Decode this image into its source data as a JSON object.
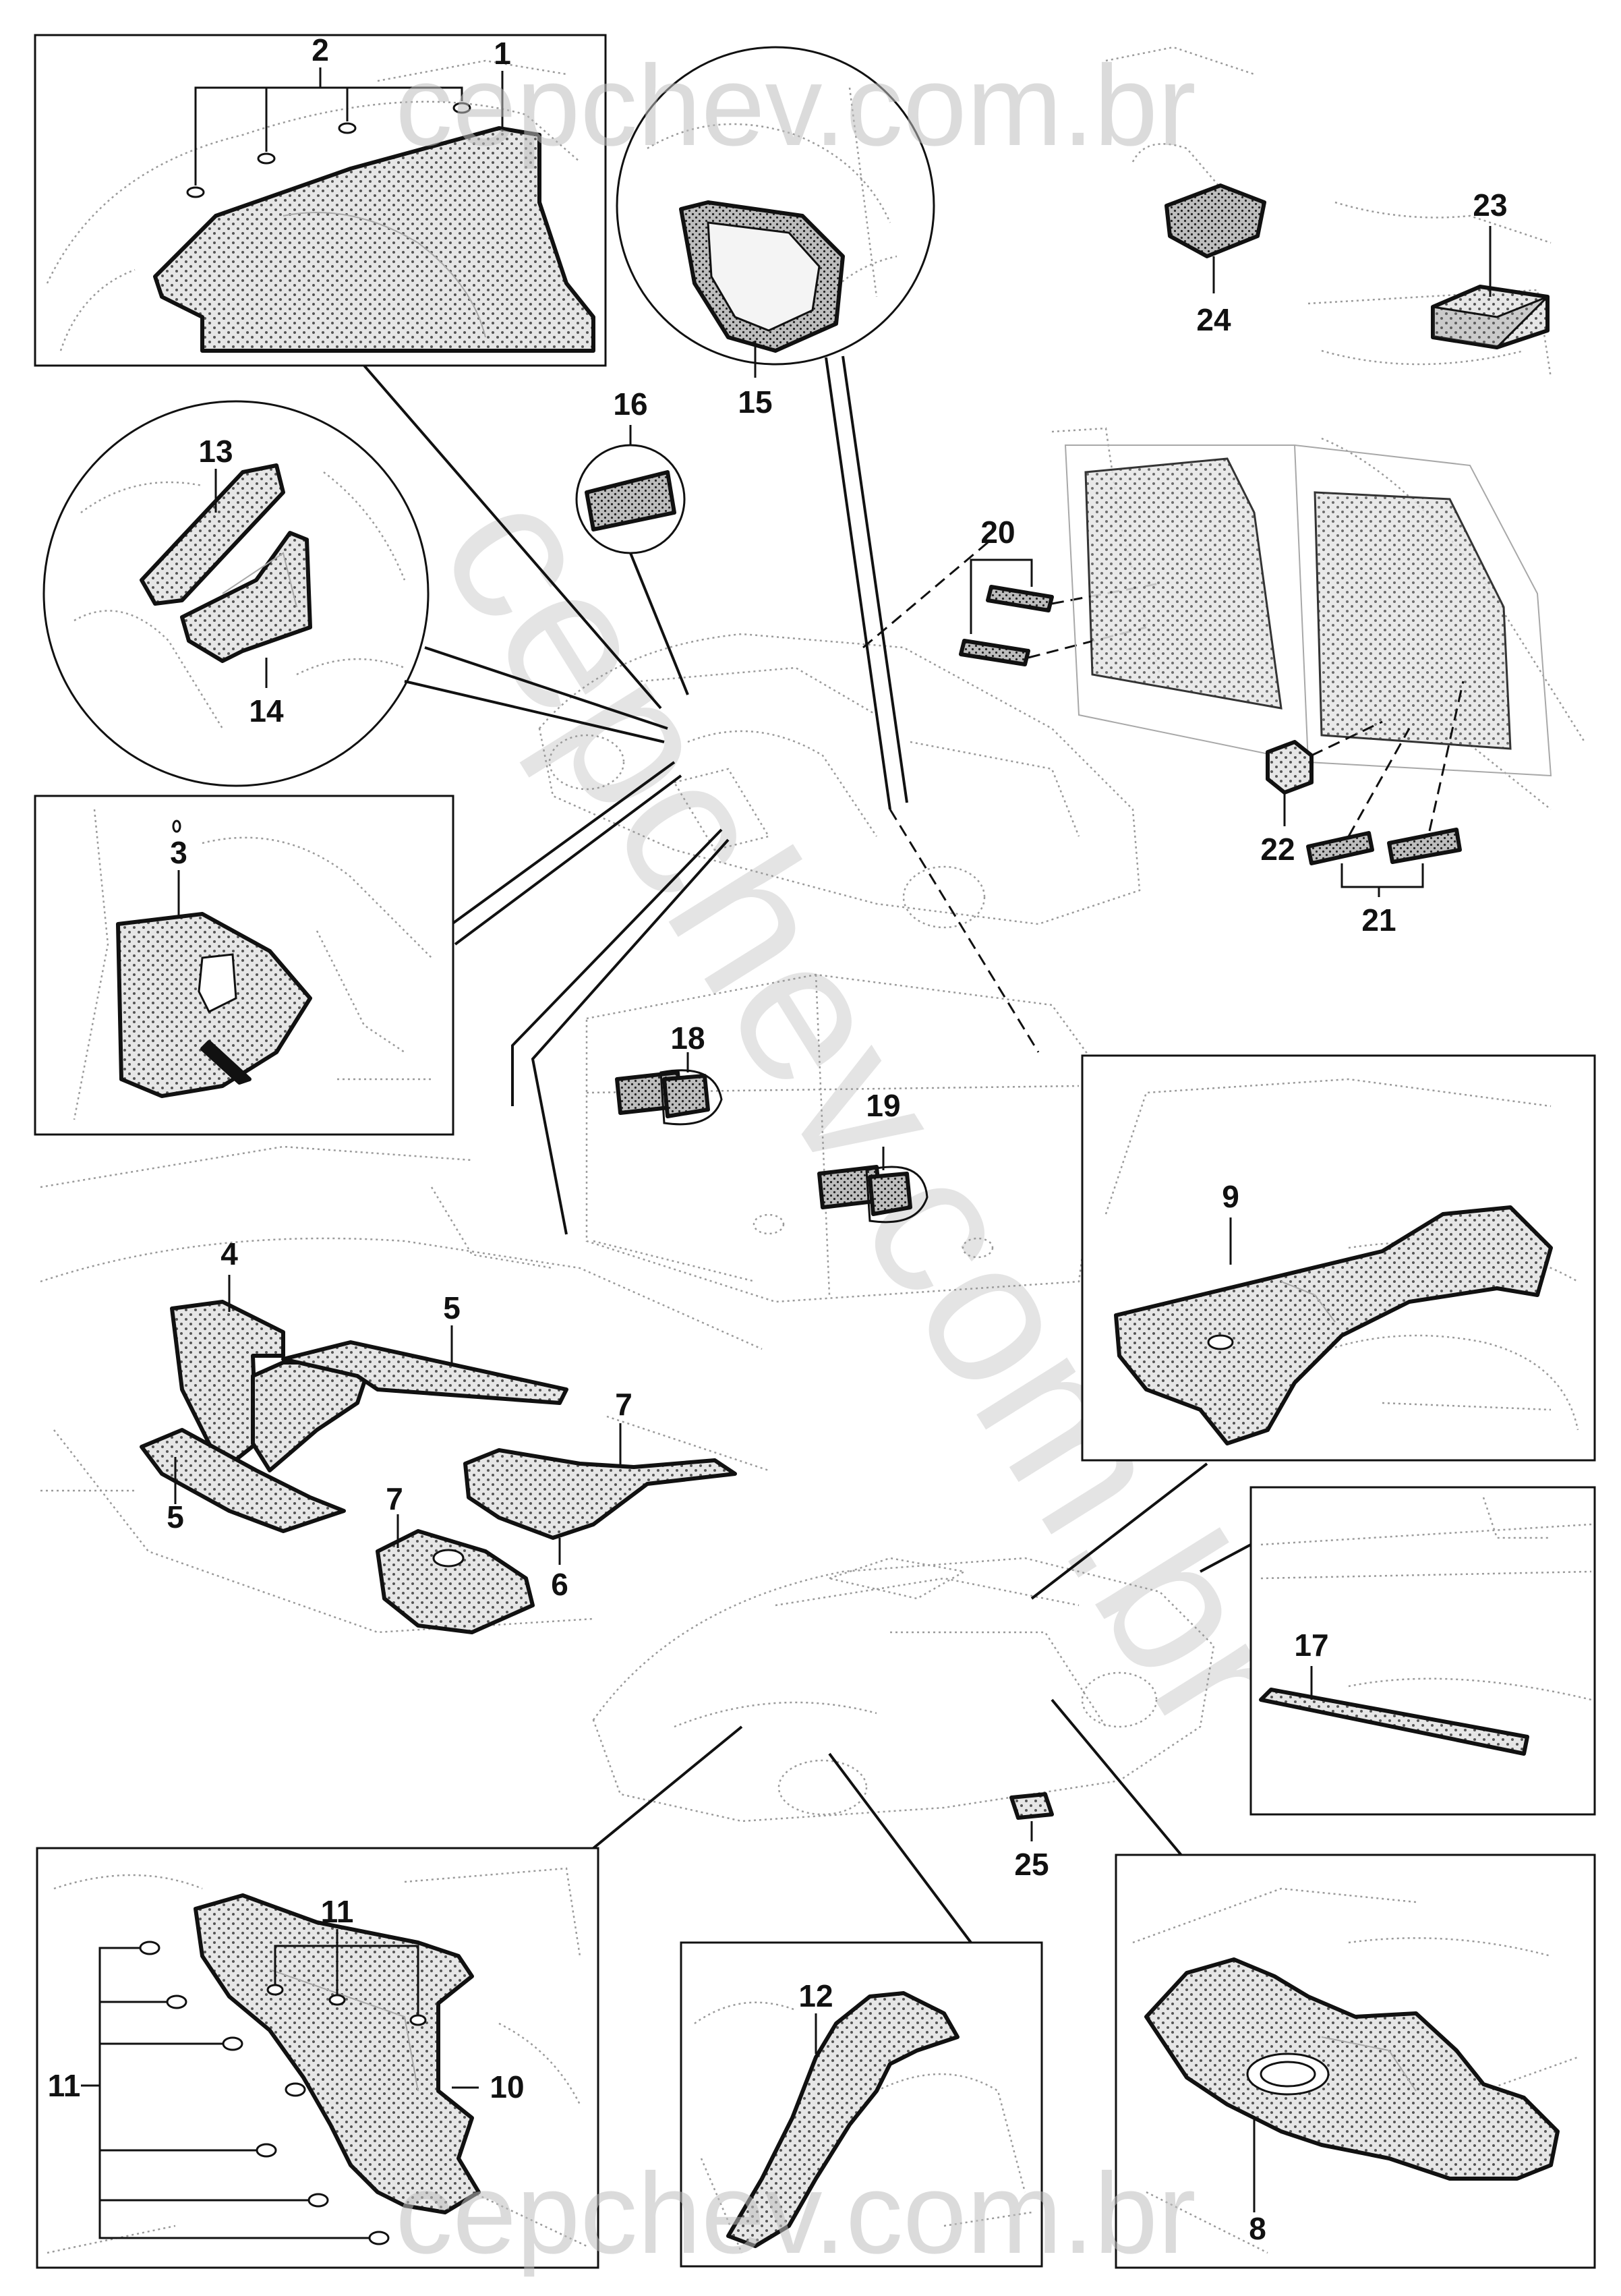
{
  "watermark": {
    "top": "cepchev.com.br",
    "bottom": "cepchev.com.br",
    "diagonal": "cepchev.com.br"
  },
  "callouts": {
    "c1": "1",
    "c2": "2",
    "c3": "3",
    "c4": "4",
    "c5a": "5",
    "c5b": "5",
    "c6": "6",
    "c7a": "7",
    "c7b": "7",
    "c8": "8",
    "c9": "9",
    "c10": "10",
    "c11a": "11",
    "c11b": "11",
    "c12": "12",
    "c13": "13",
    "c14": "14",
    "c15": "15",
    "c16": "16",
    "c17": "17",
    "c18": "18",
    "c19": "19",
    "c20": "20",
    "c21": "21",
    "c22": "22",
    "c23": "23",
    "c24": "24",
    "c25": "25"
  },
  "colors": {
    "ink": "#111111",
    "ghost_line": "#9a9a9a",
    "hatch_fill": "#d9d9d9",
    "watermark": "#bdbdbd"
  }
}
